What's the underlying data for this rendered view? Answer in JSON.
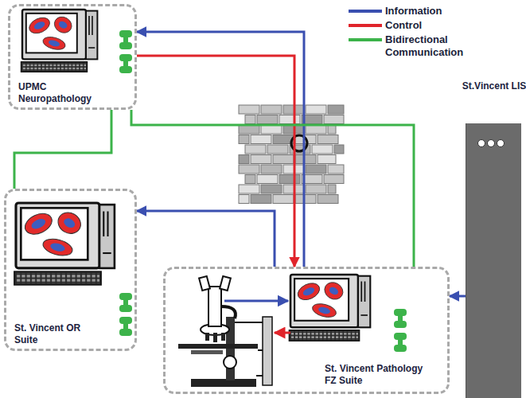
{
  "diagram": {
    "nodes": [
      {
        "text": [
          "UPMC Neuropathology"
        ]
      },
      {
        "text": [
          "St. Vincent OR Suite"
        ]
      },
      {
        "text": [
          "St. Vincent Pathology FZ Suite"
        ]
      },
      {
        "text": [
          "St.Vincent LIS"
        ]
      }
    ],
    "edges": [
      {
        "from": 3,
        "to": 2,
        "arrow": "to"
      },
      {
        "from": 2,
        "to": 1,
        "arrow": "to"
      },
      {
        "from": 2,
        "to": 0,
        "arrow": "to"
      },
      {
        "from": 0,
        "to": 2,
        "arrow": "to"
      },
      {
        "from": 0,
        "to": 1,
        "arrow": "none"
      },
      {
        "from": 0,
        "to": 2,
        "arrow": "none"
      }
    ],
    "legend": [
      {
        "text": "Information"
      },
      {
        "text": "Control"
      },
      {
        "text": "Bidirectional Communication"
      }
    ]
  }
}
